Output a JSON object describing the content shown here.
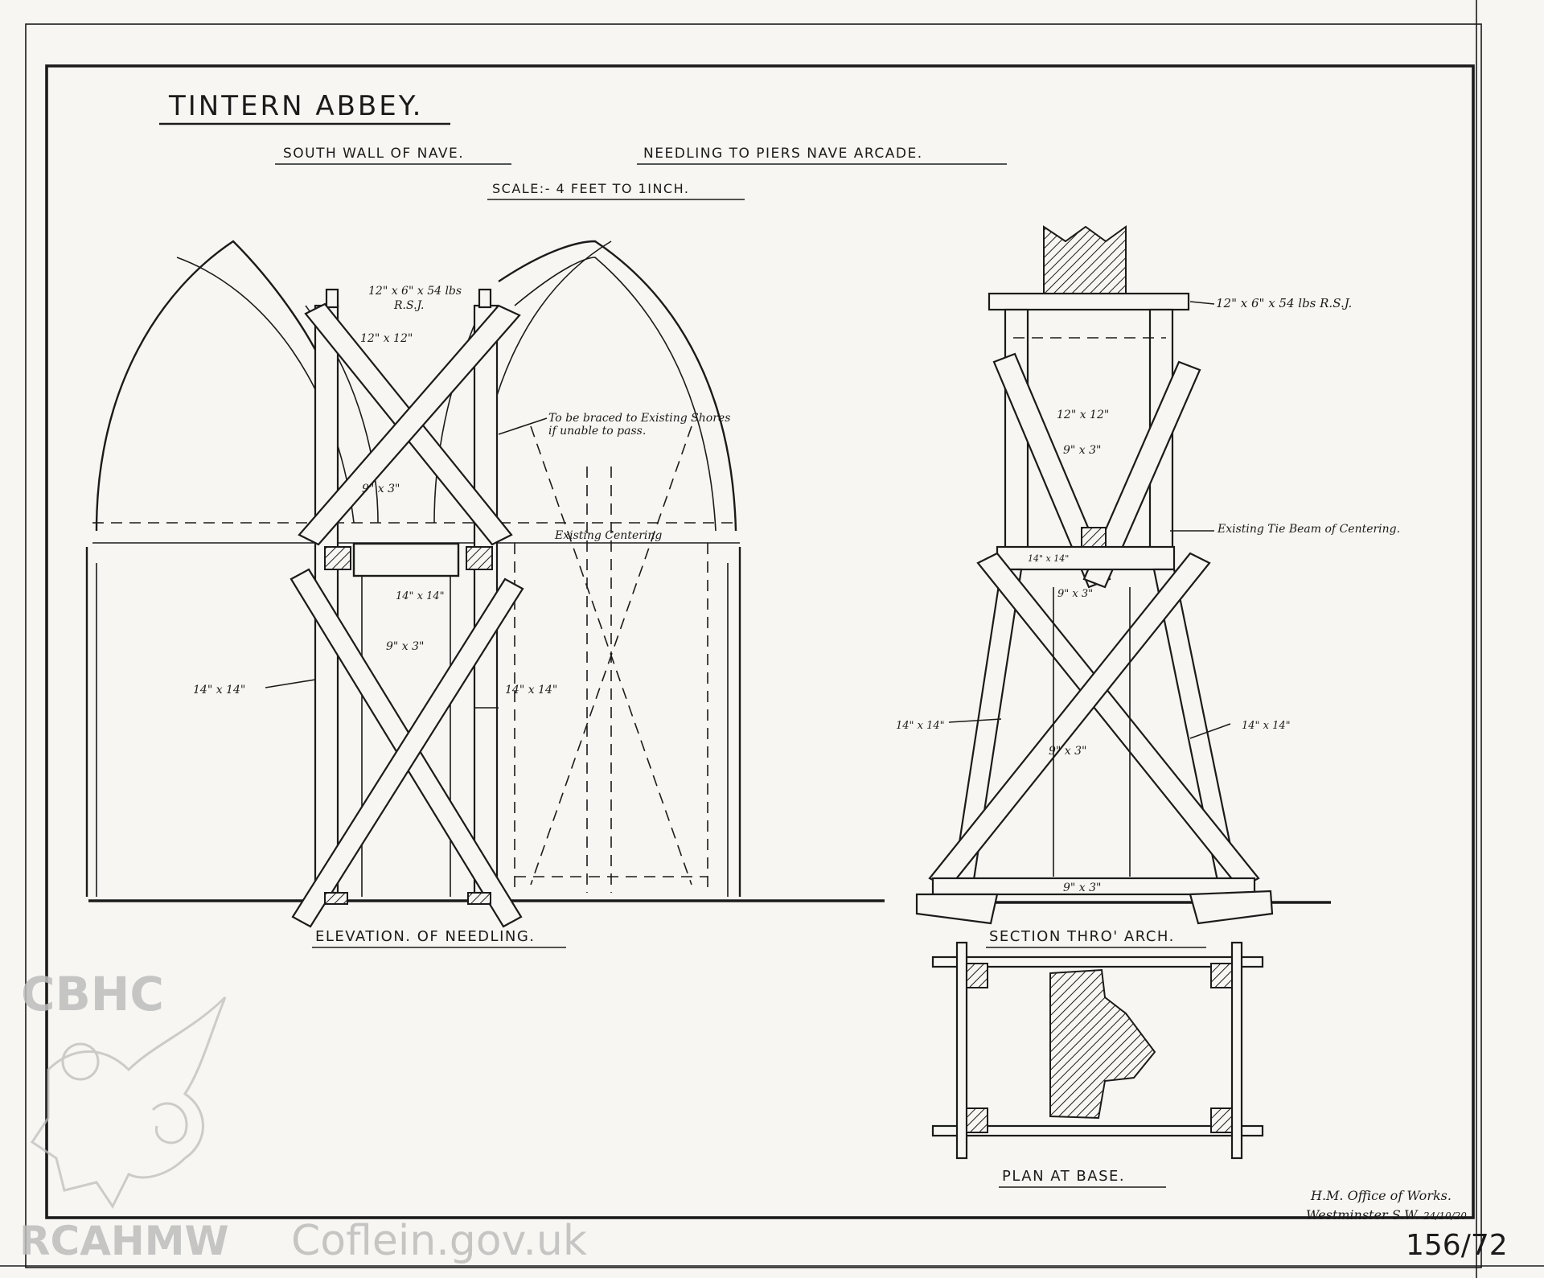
{
  "drawing": {
    "title": "TINTERN ABBEY.",
    "subtitle_left": "SOUTH WALL OF NAVE.",
    "subtitle_right": "NEEDLING TO PIERS NAVE ARCADE.",
    "scale": "SCALE:- 4 FEET TO 1INCH.",
    "views": {
      "elevation": "ELEVATION. OF NEEDLING.",
      "section": "SECTION THRO' ARCH.",
      "plan": "PLAN AT BASE."
    },
    "annotations": {
      "rsj_left_1": "12\" x 6\" x 54 lbs",
      "rsj_left_2": "R.S.J.",
      "post_12x12_left": "12\" x 12\"",
      "braced_note_1": "To be braced to Existing Shores",
      "braced_note_2": "if unable to pass.",
      "brace_9x3_upper": "9\" x 3\"",
      "existing_centering": "Existing Centering",
      "block_14x14": "14\" x 14\"",
      "brace_9x3_lower": "9\" x 3\"",
      "post_14x14_left": "14\" x 14\"",
      "post_14x14_right": "14\" x 14\"",
      "rsj_section": "12\" x 6\" x 54 lbs R.S.J.",
      "post_12x12_section": "12\" x 12\"",
      "brace_9x3_section_top": "9\" x 3\"",
      "tie_beam": "Existing Tie Beam of Centering.",
      "block_section": "14\" x 14\"",
      "brace_9x3_section_mid": "9\" x 3\"",
      "post_section_left": "14\" x 14\"",
      "post_section_right": "14\" x 14\"",
      "brace_9x3_section_cross": "9\" x 3\"",
      "sill_9x3": "9\" x 3\""
    },
    "office_line_1": "H.M. Office of Works.",
    "office_line_2": "Westminster S.W.",
    "date": "24/10/20",
    "sheet_number": "156/72"
  },
  "watermark": {
    "logo_text": "CBHC",
    "org_text": "RCAHMW",
    "site_text": "Coflein.gov.uk",
    "emblem_icon": "welsh-dragon-icon"
  },
  "colors": {
    "paper": "#f7f6f2",
    "ink": "#1b1b1b",
    "watermark": "#bdbdbd"
  }
}
